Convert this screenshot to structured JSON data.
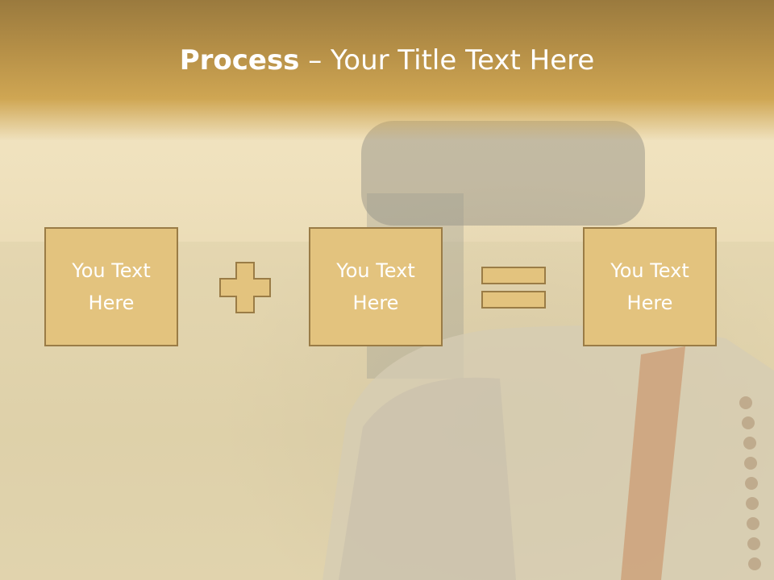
{
  "slide": {
    "title_bold": "Process",
    "title_rest": " – Your Title Text Here",
    "boxes": [
      {
        "label": "You Text Here"
      },
      {
        "label": "You Text Here"
      },
      {
        "label": "You Text Here"
      }
    ],
    "operators": [
      "plus-icon",
      "equals-icon"
    ],
    "colors": {
      "band": "#c9a04e",
      "box_fill": "#e3c37e",
      "box_border": "#9a7c46",
      "text": "#ffffff"
    }
  }
}
